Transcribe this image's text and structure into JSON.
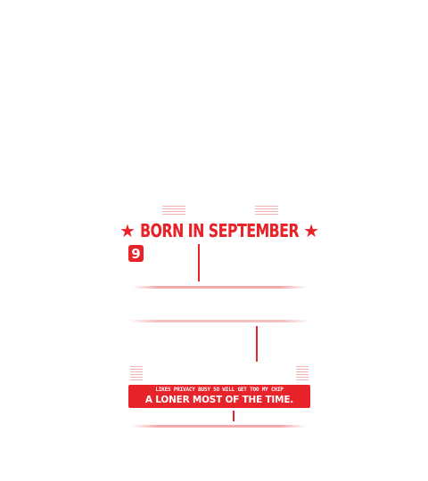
{
  "design": {
    "title": "BORN IN SEPTEMBER",
    "star_glyph": "★",
    "badge_number": "9",
    "quote_line1": "LIKES PRIVACY BUSY SO WILL GET TOO MY CHIP",
    "quote_line2": "A LONER MOST OF THE TIME.",
    "accent_color": "#e8242a"
  }
}
